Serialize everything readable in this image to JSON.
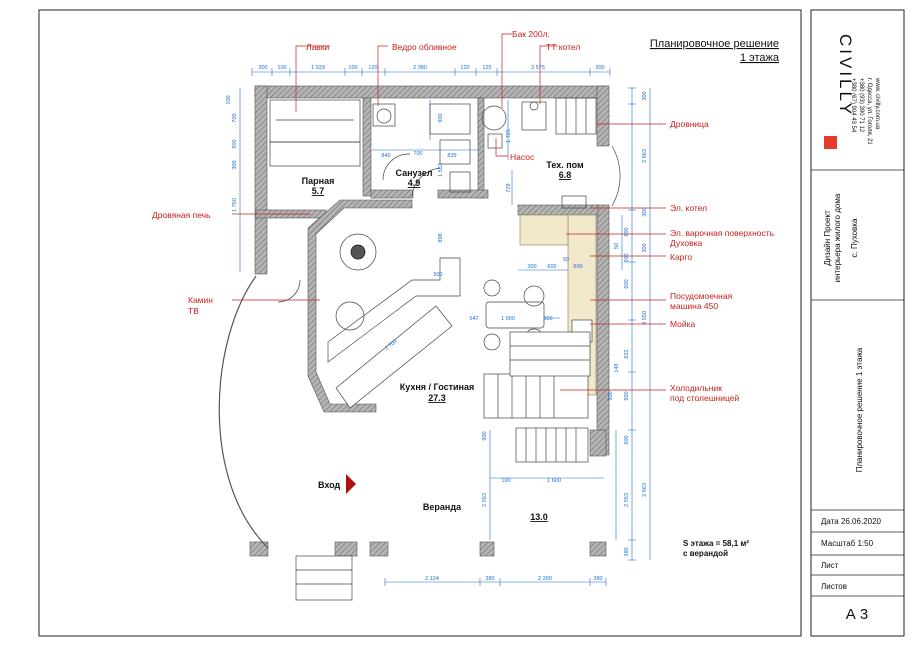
{
  "drawing": {
    "title_line1": "Планировочное решение",
    "title_line2": "1 этажа",
    "area_note_line1": "S этажа = 58,1 м²",
    "area_note_line2": "с верандой",
    "entrance_label": "Вход"
  },
  "rooms": [
    {
      "name": "Парная",
      "area": "5.7"
    },
    {
      "name": "Санузел",
      "area": "4.9"
    },
    {
      "name": "Тех. пом",
      "area": "6.8"
    },
    {
      "name": "Кухня / Гостиная",
      "area": "27.3"
    },
    {
      "name": "Веранда",
      "area": "13.0"
    }
  ],
  "callouts": {
    "benches": "Лавки",
    "bucket": "Ведро обливное",
    "tank": "Бак 200л.",
    "tt_boiler": "ТТ котел",
    "firewood": "Дровница",
    "pump": "Насос",
    "wood_stove": "Дровяная печь",
    "fireplace_1": "Камин",
    "fireplace_2": "ТВ",
    "el_boiler": "Эл. котел",
    "hob_1": "Эл. варочная поверхность",
    "hob_2": "Духовка",
    "cargo": "Карго",
    "dishwasher_1": "Посудомоечная",
    "dishwasher_2": "машина 450",
    "sink": "Мойка",
    "fridge_1": "Холодильник",
    "fridge_2": "под столешницей"
  },
  "dimensions": {
    "top": [
      "300",
      "100",
      "1 933",
      "100",
      "120",
      "2 380",
      "120",
      "125",
      "2 575",
      "300"
    ],
    "left": [
      "100",
      "700",
      "900",
      "300",
      "1 760"
    ],
    "right_inner": [
      "300",
      "2 663",
      "300",
      "600",
      "50",
      "600",
      "600",
      "622",
      "148",
      "900",
      "600",
      "2 553",
      "380"
    ],
    "right_outer": [
      "300",
      "4 550",
      "2 663"
    ],
    "bottom": [
      "2 124",
      "380",
      "2 200",
      "380"
    ],
    "inner": [
      "840",
      "700",
      "839",
      "900",
      "1 553",
      "1 725",
      "728",
      "898",
      "900",
      "547",
      "1 000",
      "900",
      "2 700",
      "300",
      "600",
      "600",
      "50",
      "900",
      "100",
      "1 600",
      "2 553",
      "900"
    ]
  },
  "title_block": {
    "brand": "CIVILLY",
    "phone_1": "+380 (67) 904 43 54",
    "phone_2": "+380 (93) 390 71 12",
    "address": "г. Одесса, ул. Гоголя, 21",
    "website": "www. civilly.com.ua",
    "project_line1": "Дизайн Проект",
    "project_line2": "интерьера жилого дома",
    "location": "с. Пуховка",
    "sheet_title": "Планировочное решение 1 этажа",
    "date": "Дата 26.06.2020",
    "scale": "Масштаб 1:50",
    "sheet": "Лист",
    "sheets": "Листов",
    "format": "А 3"
  },
  "colors": {
    "wall": "#8c8c8c",
    "callout": "#c8201c",
    "dimension": "#1d6fd8",
    "brand_square": "#e53a2f"
  }
}
